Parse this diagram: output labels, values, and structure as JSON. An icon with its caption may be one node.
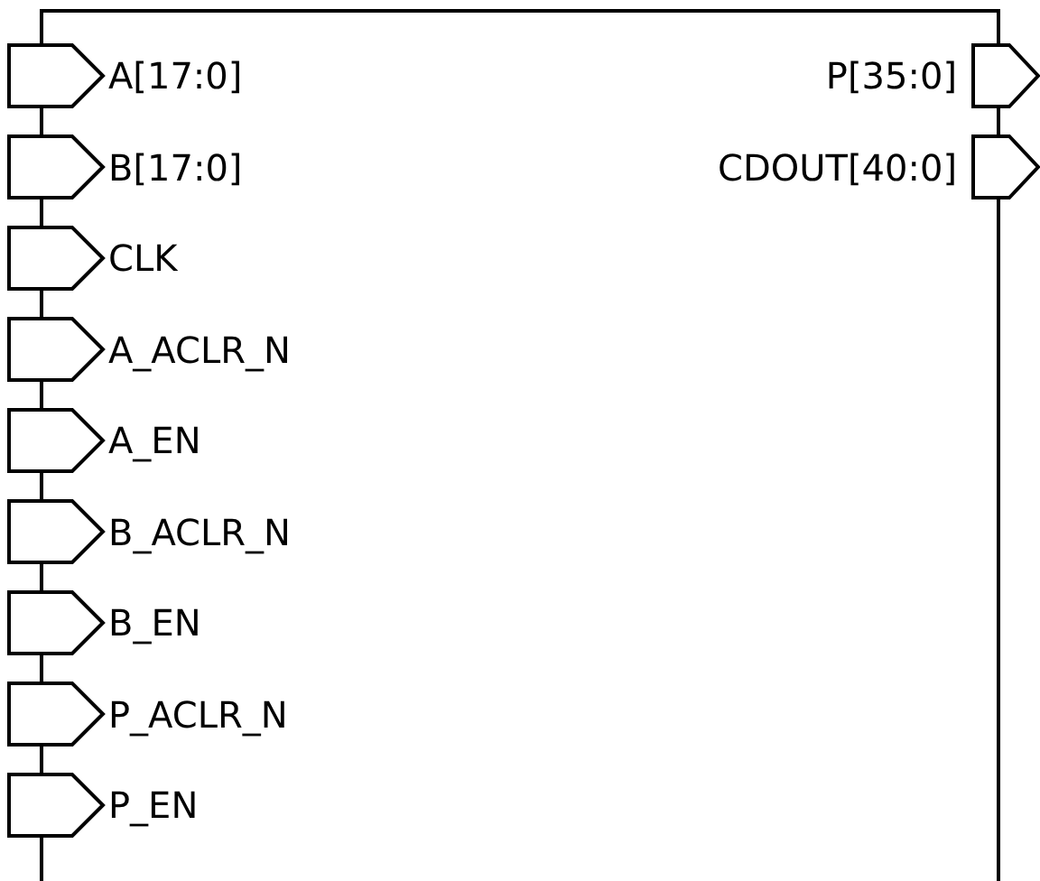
{
  "diagram": {
    "nodes": [
      {
        "text": [],
        "shape": "box"
      }
    ],
    "labels": [
      "A[17:0]",
      "P[35:0]",
      "B[17:0]",
      "CDOUT[40:0]",
      "CLK",
      "A_ACLR_N",
      "A_EN",
      "B_ACLR_N",
      "B_EN",
      "P_ACLR_N",
      "P_EN"
    ]
  }
}
